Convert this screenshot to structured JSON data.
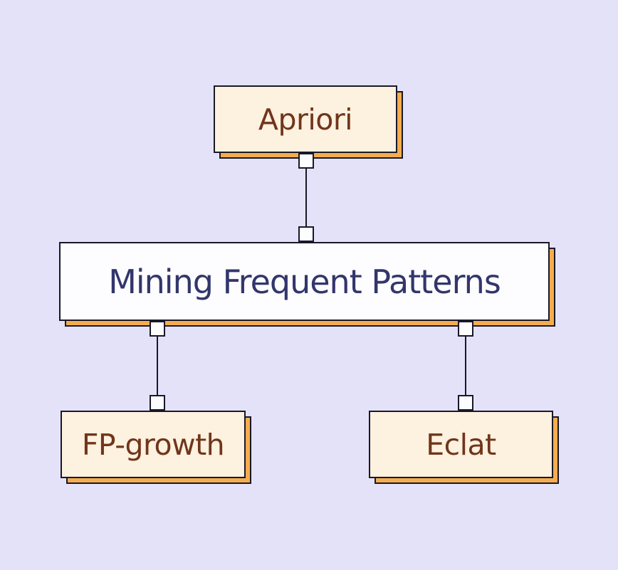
{
  "diagram": {
    "type": "tree",
    "nodes": [
      {
        "id": "apriori",
        "label": "Apriori",
        "style": "cream"
      },
      {
        "id": "mining-frequent-patterns",
        "label": "Mining Frequent Patterns",
        "style": "white"
      },
      {
        "id": "fp-growth",
        "label": "FP-growth",
        "style": "cream"
      },
      {
        "id": "eclat",
        "label": "Eclat",
        "style": "cream"
      }
    ],
    "edges": [
      {
        "from": "apriori",
        "to": "mining-frequent-patterns"
      },
      {
        "from": "mining-frequent-patterns",
        "to": "fp-growth"
      },
      {
        "from": "mining-frequent-patterns",
        "to": "eclat"
      }
    ],
    "colors": {
      "background": "#e4e2f9",
      "cream_fill": "#fdf1e0",
      "white_fill": "#fdfdff",
      "shadow_fill": "#f4ad4e",
      "border_color": "#1a1828",
      "brown_text": "#70351b",
      "navy_text": "#32366b",
      "connector_color": "#1a1828",
      "handle_fill": "#fdfdff"
    }
  }
}
